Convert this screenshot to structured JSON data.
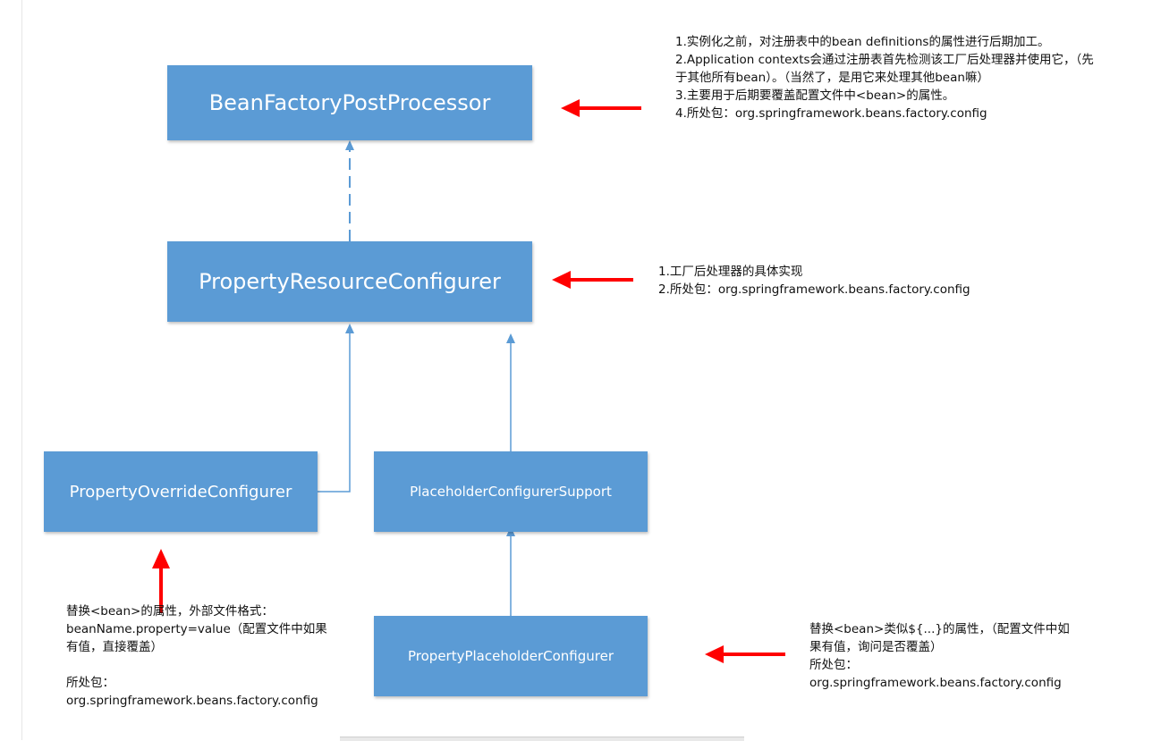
{
  "diagram": {
    "boxes": {
      "bean_factory_post_processor": "BeanFactoryPostProcessor",
      "property_resource_configurer": "PropertyResourceConfigurer",
      "property_override_configurer": "PropertyOverrideConfigurer",
      "placeholder_configurer_support": "PlaceholderConfigurerSupport",
      "property_placeholder_configurer": "PropertyPlaceholderConfigurer"
    },
    "notes": {
      "bean_factory_post_processor": [
        "1.实例化之前，对注册表中的bean definitions的属性进行后期加工。",
        "2.Application contexts会通过注册表首先检测该工厂后处理器并使用它，（先于其他所有bean）。（当然了，是用它来处理其他bean嘛）",
        "3.主要用于后期要覆盖配置文件中<bean>的属性。",
        "4.所处包：org.springframework.beans.factory.config"
      ],
      "property_resource_configurer": [
        "1.工厂后处理器的具体实现",
        "2.所处包：org.springframework.beans.factory.config"
      ],
      "property_override_configurer": [
        "替换<bean>的属性，外部文件格式：beanName.property=value（配置文件中如果有值，直接覆盖）",
        "所处包：org.springframework.beans.factory.config"
      ],
      "property_placeholder_configurer": [
        "替换<bean>类似${...}的属性，（配置文件中如果有值，询问是否覆盖）",
        "所处包：org.springframework.beans.factory.config"
      ]
    },
    "colors": {
      "box_fill": "#5b9bd5",
      "connector": "#5b9bd5",
      "pointer_arrow": "#ff0000"
    }
  }
}
